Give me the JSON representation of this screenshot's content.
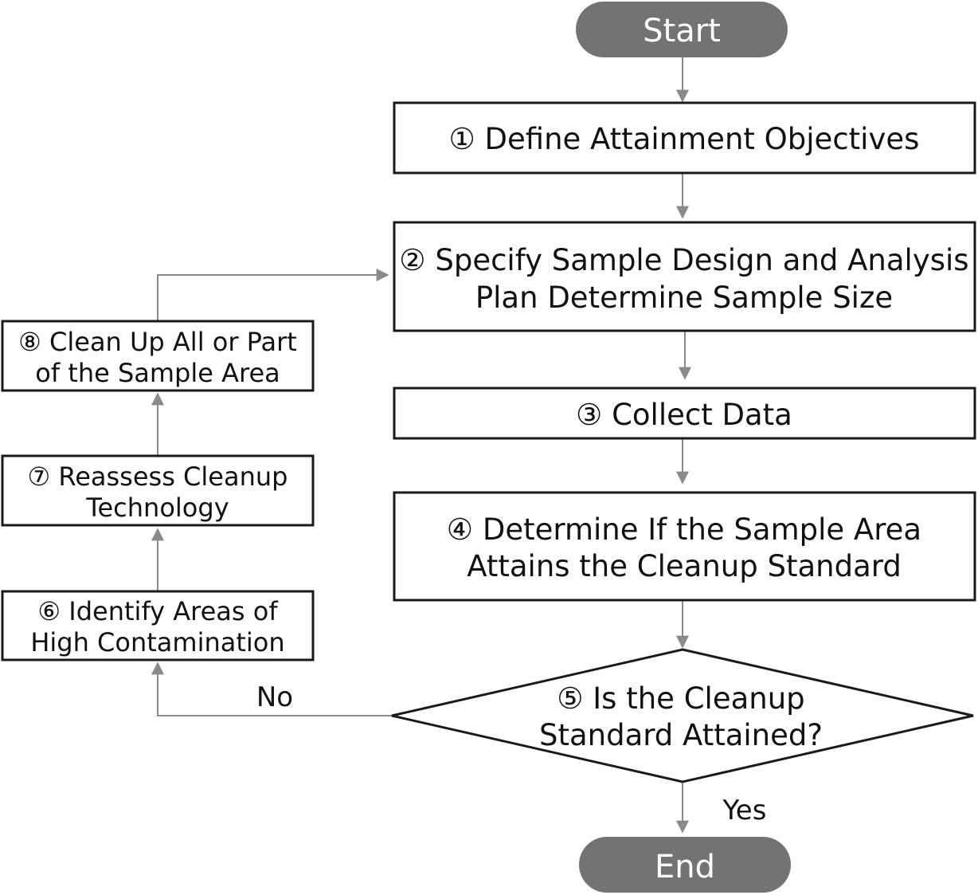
{
  "start": {
    "label": "Start"
  },
  "end": {
    "label": "End"
  },
  "steps": {
    "s1": {
      "lines": [
        "① Define Attainment Objectives"
      ]
    },
    "s2": {
      "lines": [
        "② Specify Sample Design and Analysis",
        "Plan Determine Sample Size"
      ]
    },
    "s3": {
      "lines": [
        "③ Collect Data"
      ]
    },
    "s4": {
      "lines": [
        "④ Determine If the Sample Area",
        "Attains the Cleanup Standard"
      ]
    },
    "s5": {
      "lines": [
        "⑤ Is the Cleanup",
        "Standard Attained?"
      ]
    },
    "s6": {
      "lines": [
        "⑥ Identify Areas of",
        "High Contamination"
      ]
    },
    "s7": {
      "lines": [
        "⑦ Reassess Cleanup",
        "Technology"
      ]
    },
    "s8": {
      "lines": [
        "⑧ Clean Up All or Part",
        "of the Sample Area"
      ]
    }
  },
  "edges": {
    "no_label": "No",
    "yes_label": "Yes"
  },
  "colors": {
    "terminal_fill": "#737373",
    "box_stroke": "#1a1a1a",
    "arrow": "#8a8a8a"
  }
}
